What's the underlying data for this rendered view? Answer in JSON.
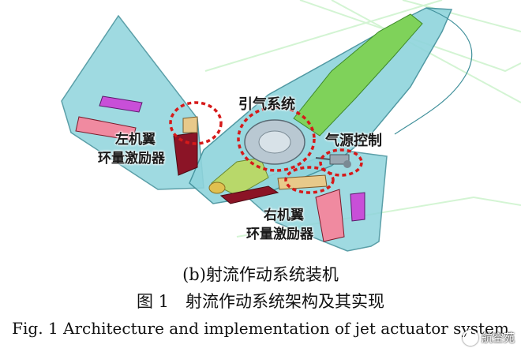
{
  "labels": {
    "bleed_system": "引气系统",
    "left_wing_line1": "左机翼",
    "left_wing_line2": "环量激励器",
    "gas_control": "气源控制",
    "right_wing_line1": "右机翼",
    "right_wing_line2": "环量激励器"
  },
  "caption": {
    "subfigure": "(b)射流作动系统装机",
    "figure_cn": "图 1　射流作动系统架构及其实现",
    "figure_en": "Fig. 1 Architecture and implementation of jet actuator system"
  },
  "watermark": {
    "text": "航空苑"
  },
  "colors": {
    "airframe": "#8fd4dc",
    "airframe_edge": "#3f8f9a",
    "duct": "#7fd25a",
    "actuator_pink": "#f08aa0",
    "actuator_dark": "#8b1426",
    "actuator_tan": "#e8c98a",
    "patch_magenta": "#c84fd8",
    "highlight_ring": "#d61a1a",
    "background_lines": "#c9f2c9"
  }
}
